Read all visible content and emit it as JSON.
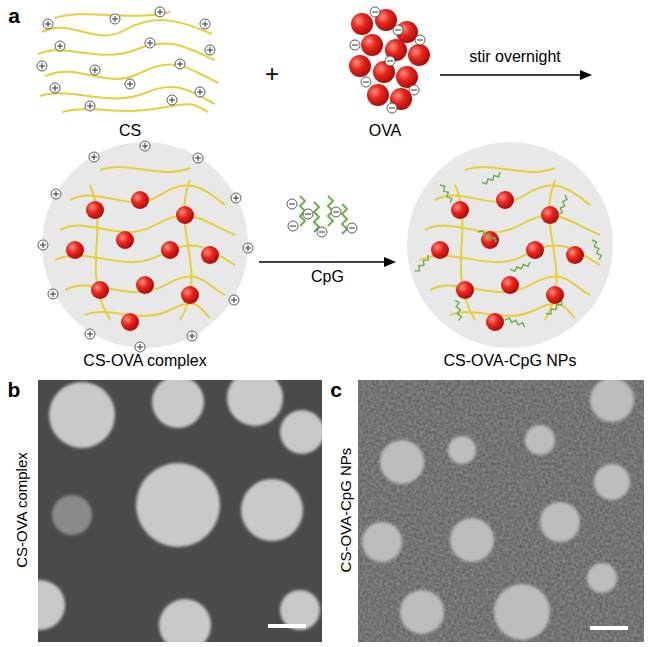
{
  "diagram": {
    "nodes": [
      {
        "text": [
          "CS"
        ]
      },
      {
        "text": [
          "OVA"
        ]
      },
      {
        "text": [
          "CS-OVA complex"
        ]
      },
      {
        "text": [
          "CS-OVA-CpG NPs"
        ]
      }
    ],
    "edges": [
      {
        "from": 2,
        "to": 3,
        "arrow": "to",
        "label": "CpG"
      }
    ],
    "labels": [
      "a",
      "+",
      "stir overnight",
      "b",
      "c",
      "CS-OVA complex",
      "CS-OVA-CpG NPs"
    ]
  }
}
